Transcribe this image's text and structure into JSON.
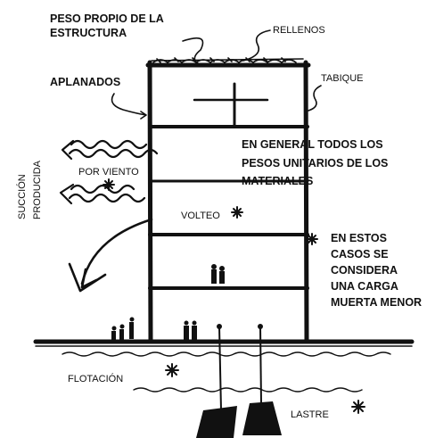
{
  "labels": {
    "peso_propio_line1": "PESO PROPIO DE LA",
    "peso_propio_line2": "ESTRUCTURA",
    "rellenos": "RELLENOS",
    "aplanados": "APLANADOS",
    "tabique": "TABIQUE",
    "general_line1": "EN GENERAL TODOS LOS",
    "general_line2": "PESOS UNITARIOS DE LOS",
    "general_line3": "MATERIALES",
    "succion_line1": "SUCCIÓN",
    "succion_line2": "PRODUCIDA",
    "por_viento": "POR VIENTO",
    "volteo": "VOLTEO",
    "estos_line1": "EN ESTOS",
    "estos_line2": "CASOS SE",
    "estos_line3": "CONSIDERA",
    "estos_line4": "UNA CARGA",
    "estos_line5": "MUERTA MENOR",
    "flotacion": "FLOTACIÓN",
    "lastre": "LASTRE"
  },
  "colors": {
    "ink": "#111111",
    "paper": "#ffffff"
  }
}
